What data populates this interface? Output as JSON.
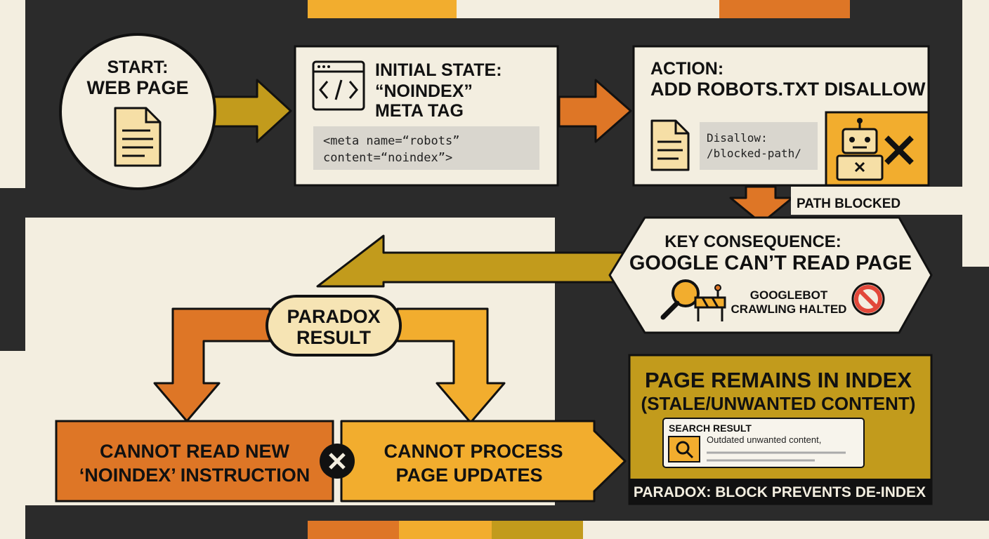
{
  "start": {
    "line1": "START:",
    "line2": "WEB PAGE"
  },
  "initial": {
    "line1": "INITIAL STATE:",
    "line2": "“NOINDEX”",
    "line3": "META TAG",
    "code1": "<meta name=“robots”",
    "code2": "content=“noindex”>"
  },
  "action": {
    "line1": "ACTION:",
    "line2": "ADD ROBOTS.TXT DISALLOW",
    "code1": "Disallow:",
    "code2": "/blocked-path/",
    "path_label": "PATH BLOCKED"
  },
  "consequence": {
    "line1": "KEY CONSEQUENCE:",
    "line2": "GOOGLE CAN’T READ PAGE",
    "halt1": "GOOGLEBOT",
    "halt2": "CRAWLING HALTED"
  },
  "paradox": {
    "line1": "PARADOX",
    "line2": "RESULT"
  },
  "cannot_read": {
    "line1": "CANNOT READ NEW",
    "line2": "‘NOINDEX’ INSTRUCTION"
  },
  "cannot_process": {
    "line1": "CANNOT PROCESS",
    "line2": "PAGE UPDATES"
  },
  "remains": {
    "line1": "PAGE REMAINS IN INDEX",
    "line2": "(STALE/UNWANTED CONTENT)",
    "search_title": "SEARCH RESULT",
    "search_snippet": "Outdated unwanted content,",
    "footer": "PARADOX: BLOCK PREVENTS DE-INDEX"
  },
  "colors": {
    "dark": "#2b2b2b",
    "cream": "#f3eee0",
    "mustard": "#c29b1c",
    "orange": "#de7626",
    "yellow": "#f2ad2e"
  }
}
